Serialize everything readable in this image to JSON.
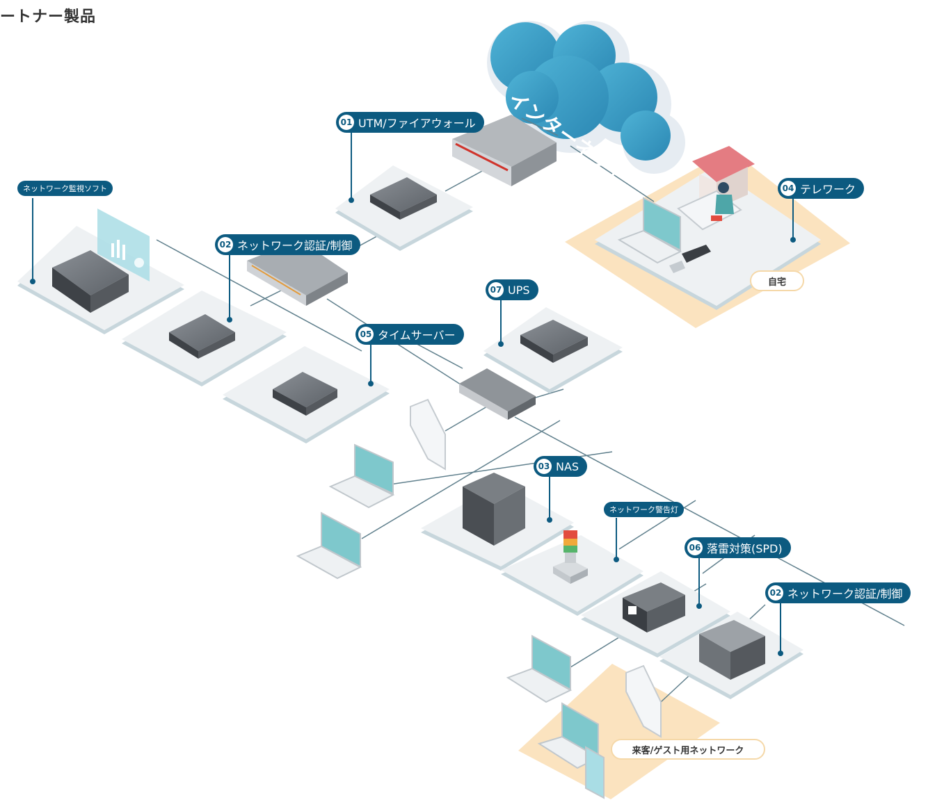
{
  "page_title": "ートナー製品",
  "cloud": {
    "label": "インターネット"
  },
  "labels": {
    "utm": {
      "num": "01",
      "text": "UTM/ファイアウォール"
    },
    "monitor_soft": {
      "text": "ネットワーク監視ソフト"
    },
    "auth_top": {
      "num": "02",
      "text": "ネットワーク認証/制御"
    },
    "telework": {
      "num": "04",
      "text": "テレワーク"
    },
    "ups": {
      "num": "07",
      "text": "UPS"
    },
    "time_server": {
      "num": "05",
      "text": "タイムサーバー"
    },
    "nas": {
      "num": "03",
      "text": "NAS"
    },
    "warning_light": {
      "text": "ネットワーク警告灯"
    },
    "spd": {
      "num": "06",
      "text": "落雷対策(SPD)"
    },
    "auth_bottom": {
      "num": "02",
      "text": "ネットワーク認証/制御"
    },
    "home": {
      "text": "自宅"
    },
    "guest": {
      "text": "来客/ゲスト用ネットワーク"
    }
  },
  "colors": {
    "brand": "#0c5a80",
    "tile": "#eef1f3",
    "tile_shadow": "#c7d6dc",
    "highlight_zone": "#fbe3bf",
    "device": "#55595e",
    "cloud": "#3f9fc6",
    "screen": "#7ec8cc"
  }
}
